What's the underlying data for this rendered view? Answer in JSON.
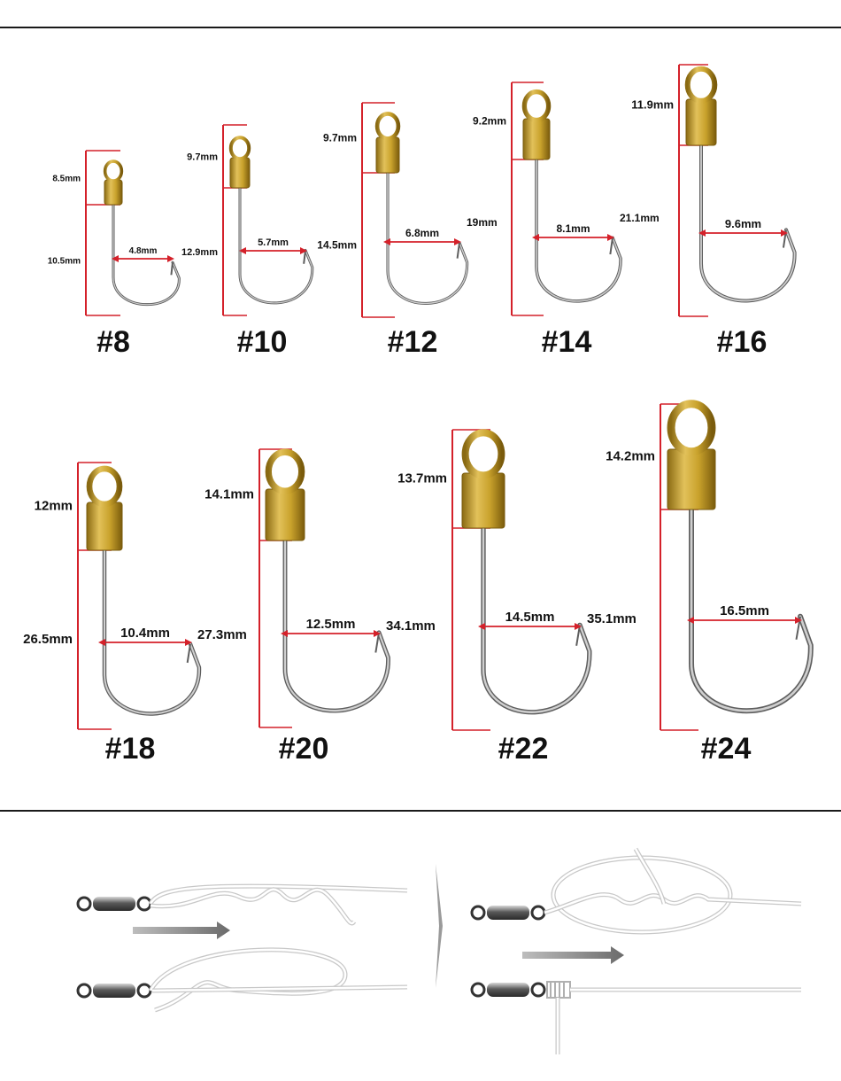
{
  "hooks": [
    {
      "size": "#8",
      "eye": "8.5mm",
      "shank": "10.5mm",
      "gap": "4.8mm",
      "total": ""
    },
    {
      "size": "#10",
      "eye": "9.7mm",
      "shank": "12.9mm",
      "gap": "5.7mm",
      "total": ""
    },
    {
      "size": "#12",
      "eye": "9.7mm",
      "shank": "14.5mm",
      "gap": "6.8mm",
      "total": "19mm"
    },
    {
      "size": "#14",
      "eye": "9.2mm",
      "shank": "",
      "gap": "8.1mm",
      "total": "21.1mm"
    },
    {
      "size": "#16",
      "eye": "11.9mm",
      "shank": "",
      "gap": "9.6mm",
      "total": ""
    },
    {
      "size": "#18",
      "eye": "12mm",
      "shank": "26.5mm",
      "gap": "10.4mm",
      "total": "27.3mm"
    },
    {
      "size": "#20",
      "eye": "14.1mm",
      "shank": "",
      "gap": "12.5mm",
      "total": "34.1mm"
    },
    {
      "size": "#22",
      "eye": "13.7mm",
      "shank": "",
      "gap": "14.5mm",
      "total": "35.1mm"
    },
    {
      "size": "#24",
      "eye": "14.2mm",
      "shank": "",
      "gap": "16.5mm",
      "total": ""
    }
  ],
  "colors": {
    "dimension_line": "#d4212a",
    "brass": "#c9a22c",
    "hook_steel": "#8a8a8a",
    "rule": "#1a1a1a"
  }
}
